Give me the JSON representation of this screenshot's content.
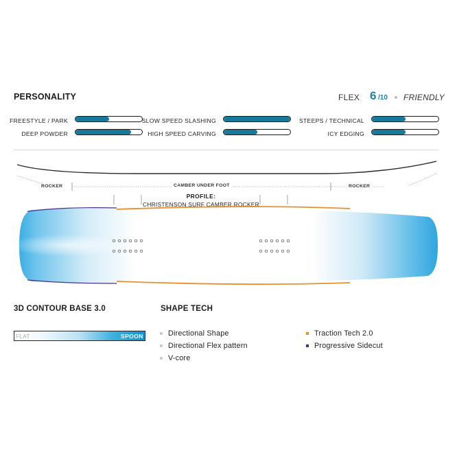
{
  "personality": {
    "title": "PERSONALITY",
    "flex_label": "FLEX",
    "flex_value": "6",
    "flex_max": "/10",
    "flex_desc": "FRIENDLY",
    "bars": [
      {
        "label": "FREESTYLE / PARK",
        "level": 0.5
      },
      {
        "label": "SLOW SPEED SLASHING",
        "level": 1.0
      },
      {
        "label": "STEEPS / TECHNICAL",
        "level": 0.5
      },
      {
        "label": "DEEP POWDER",
        "level": 0.83
      },
      {
        "label": "HIGH SPEED CARVING",
        "level": 0.5
      },
      {
        "label": "ICY EDGING",
        "level": 0.5
      }
    ]
  },
  "profile": {
    "rocker_left": "ROCKER",
    "camber": "CAMBER UNDER FOOT",
    "rocker_right": "ROCKER",
    "title": "PROFILE:",
    "name": "CHRISTENSON SURF CAMBER ROCKER"
  },
  "base": {
    "title": "3D CONTOUR BASE 3.0",
    "flat": "FLAT",
    "spoon": "SPOON"
  },
  "shape_tech": {
    "title": "SHAPE TECH",
    "left_items": [
      "Directional Shape",
      "Directional Flex pattern",
      "V-core"
    ],
    "right_items": [
      "Traction Tech 2.0",
      "Progressive Sidecut"
    ]
  },
  "colors": {
    "bar_fill": "#177a9b",
    "accent": "#1f7fa3",
    "traction": "#e8902c",
    "sidecut": "#4a2f86",
    "neutral_bullet": "#cccccc"
  }
}
